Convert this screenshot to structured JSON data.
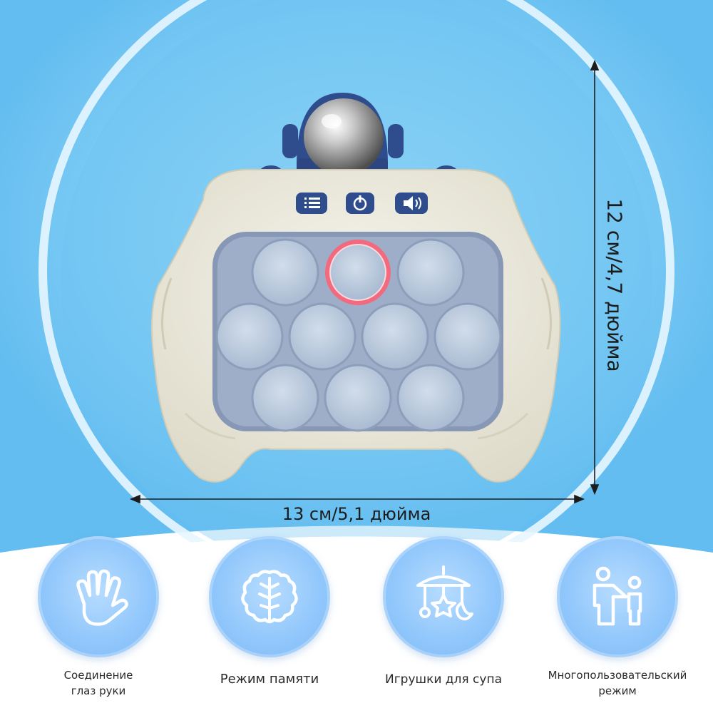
{
  "dimensions": {
    "width_label": "13 см/5,1 дюйма",
    "height_label": "12 см/4,7 дюйма"
  },
  "features": [
    {
      "icon": "hand-icon",
      "label_line1": "Соединение",
      "label_line2": "глаз руки"
    },
    {
      "icon": "brain-icon",
      "label_line1": "Режим памяти",
      "label_line2": ""
    },
    {
      "icon": "baby-mobile-icon",
      "label_line1": "Игрушки для супа",
      "label_line2": ""
    },
    {
      "icon": "parent-child-icon",
      "label_line1": "Многопользовательский",
      "label_line2": "режим"
    }
  ],
  "colors": {
    "sky_blue": "#79c9f4",
    "icon_circle": "#8fc6fb",
    "device_body": "#eeece0",
    "astronaut_blue": "#2f4c8c",
    "bubble": "#b6c6dc",
    "active_bubble": "#f26a7e"
  }
}
